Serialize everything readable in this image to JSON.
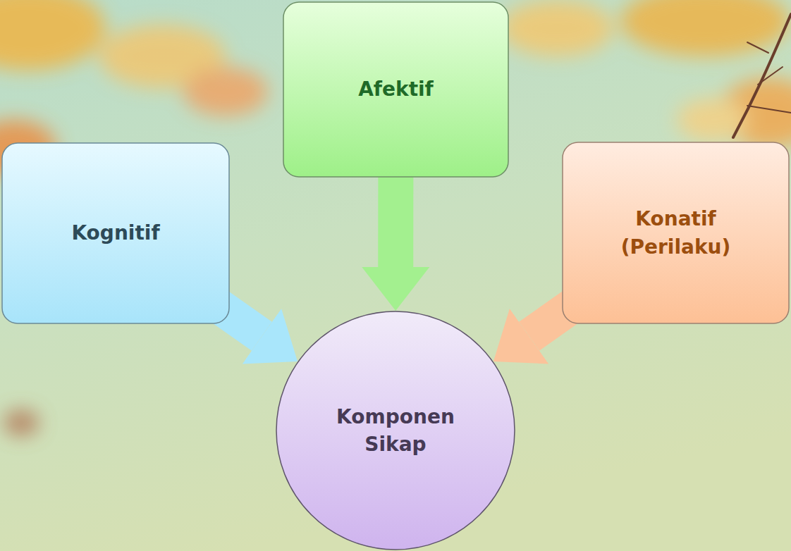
{
  "diagram": {
    "nodes": [
      {
        "text": [
          "Afektif"
        ]
      },
      {
        "text": [
          "Kognitif"
        ]
      },
      {
        "text": [
          "Konatif (Perilaku)"
        ]
      },
      {
        "text": [
          "Komponen Sikap"
        ]
      }
    ],
    "edges": [
      {
        "from": 0,
        "to": 3,
        "arrow": "to"
      },
      {
        "from": 1,
        "to": 3,
        "arrow": "to"
      },
      {
        "from": 2,
        "to": 3,
        "arrow": "to"
      }
    ]
  }
}
